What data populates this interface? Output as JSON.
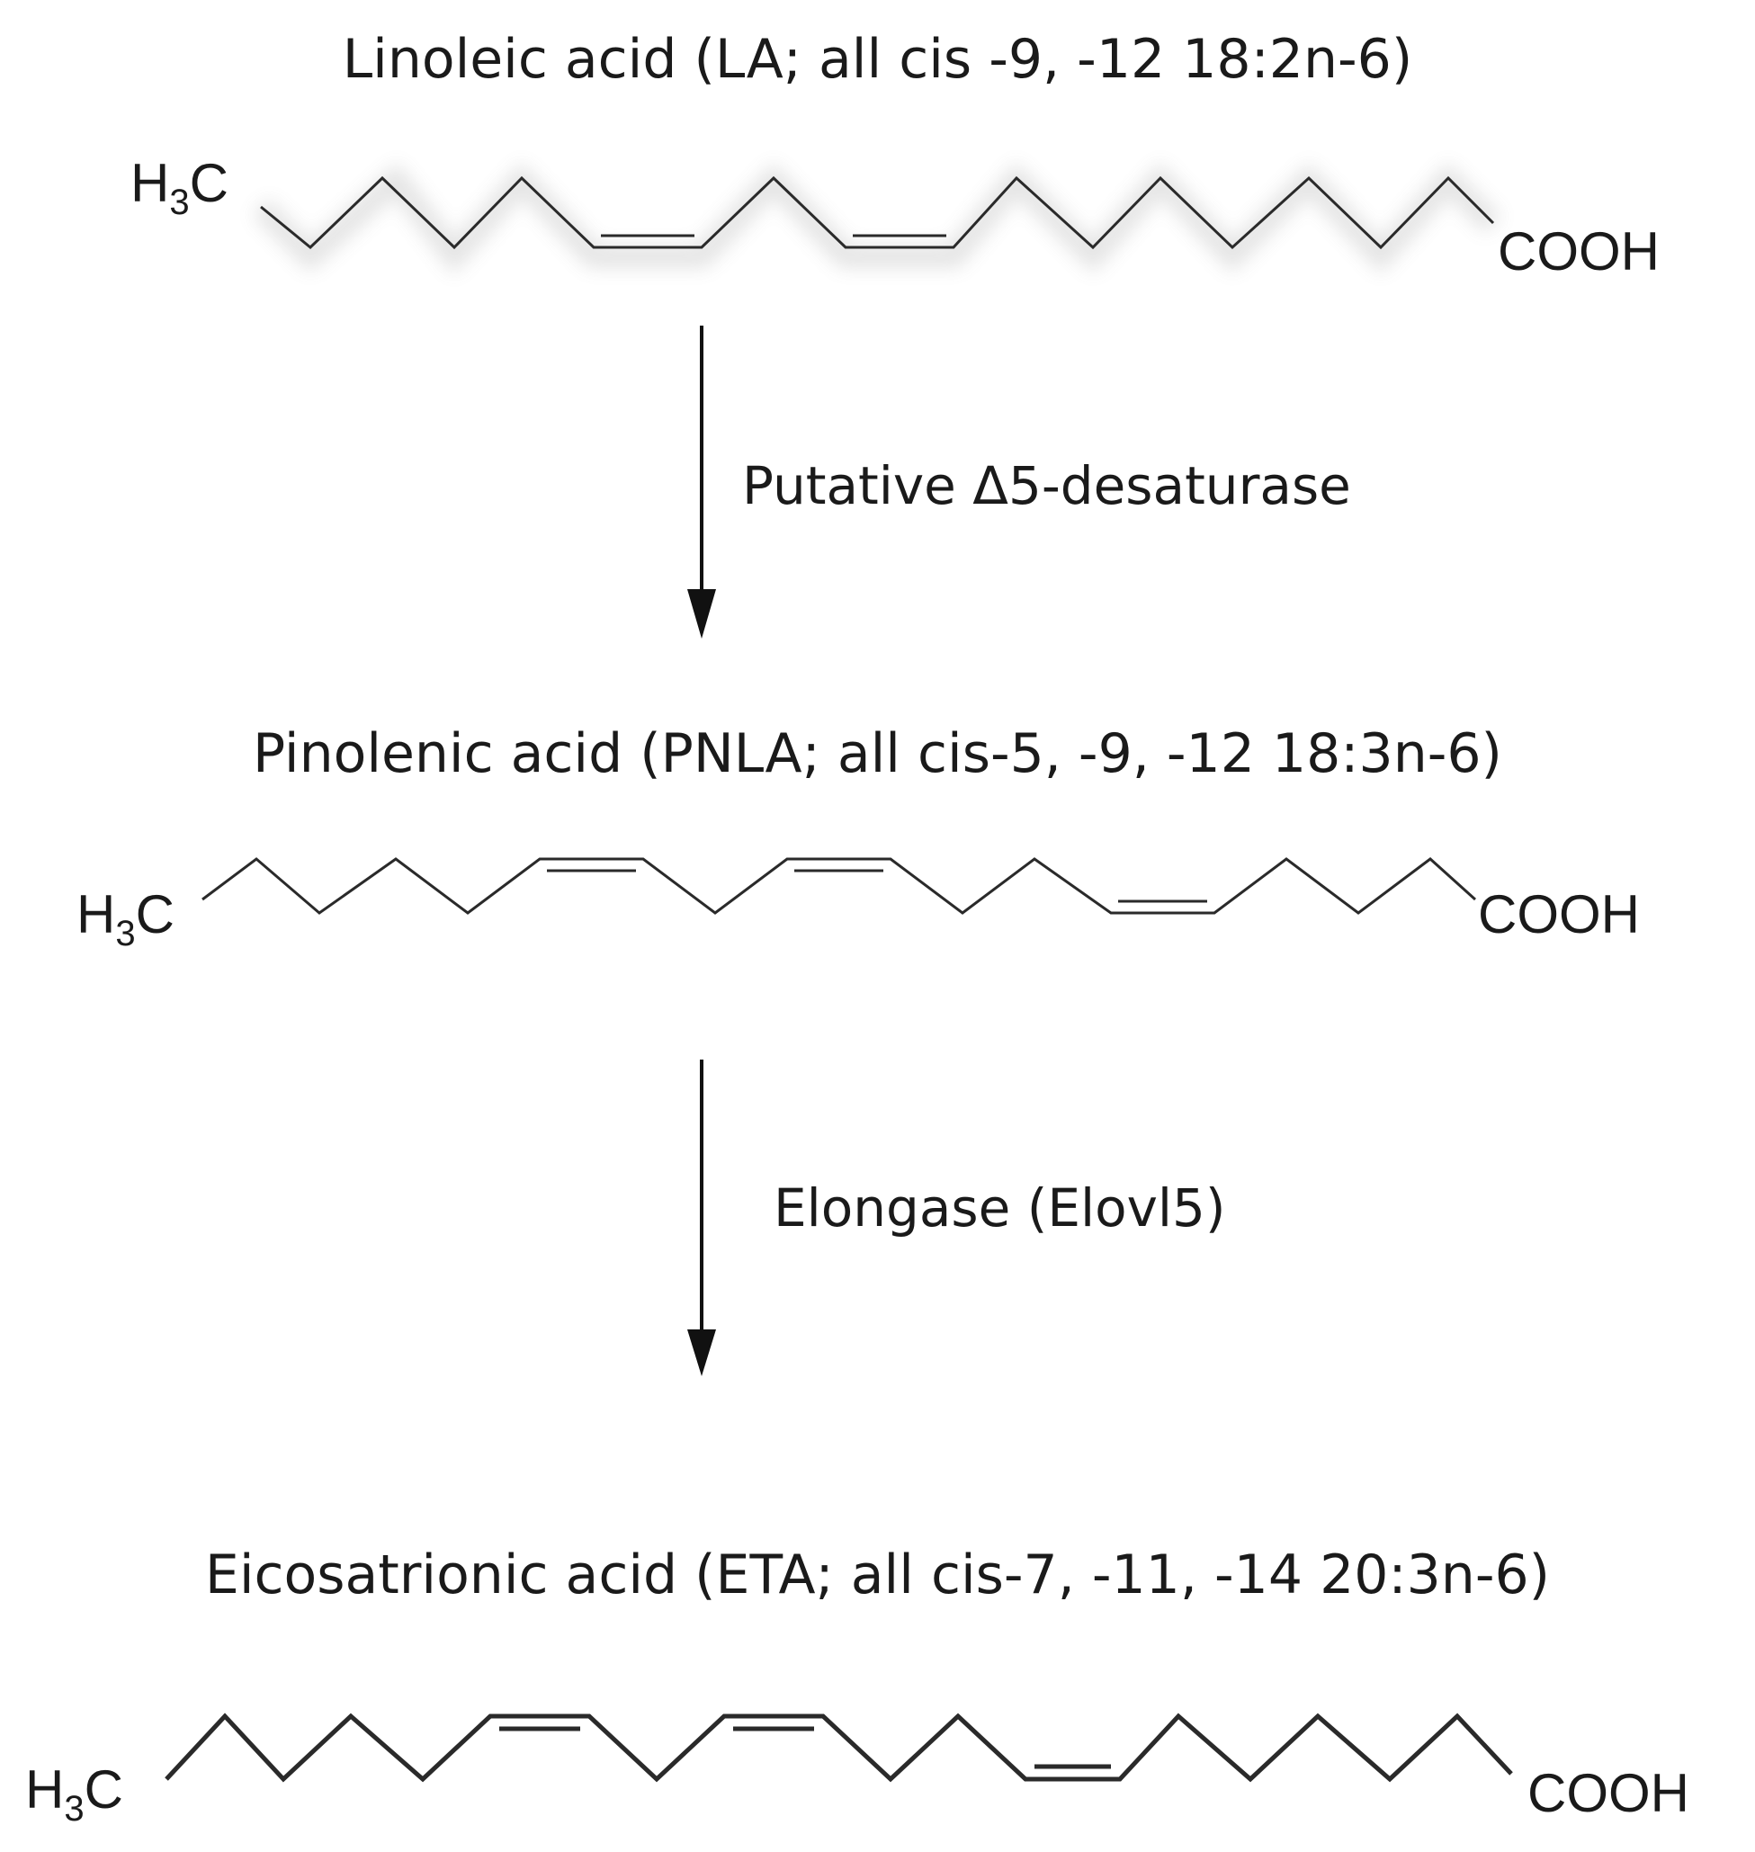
{
  "compounds": [
    {
      "name": "Linoleic acid (LA; all cis -9, -12 18:2n-6)",
      "methyl": "H",
      "methyl_sub": "3",
      "methyl_c": "C",
      "carboxyl": "COOH"
    },
    {
      "name": "Pinolenic acid (PNLA; all cis-5, -9, -12 18:3n-6)",
      "methyl": "H",
      "methyl_sub": "3",
      "methyl_c": "C",
      "carboxyl": "COOH"
    },
    {
      "name": "Eicosatrionic acid (ETA; all cis-7, -11, -14 20:3n-6)",
      "methyl": "H",
      "methyl_sub": "3",
      "methyl_c": "C",
      "carboxyl": "COOH"
    }
  ],
  "steps": [
    {
      "enzyme": "Putative Δ5-desaturase"
    },
    {
      "enzyme": "Elongase (Elovl5)"
    }
  ]
}
